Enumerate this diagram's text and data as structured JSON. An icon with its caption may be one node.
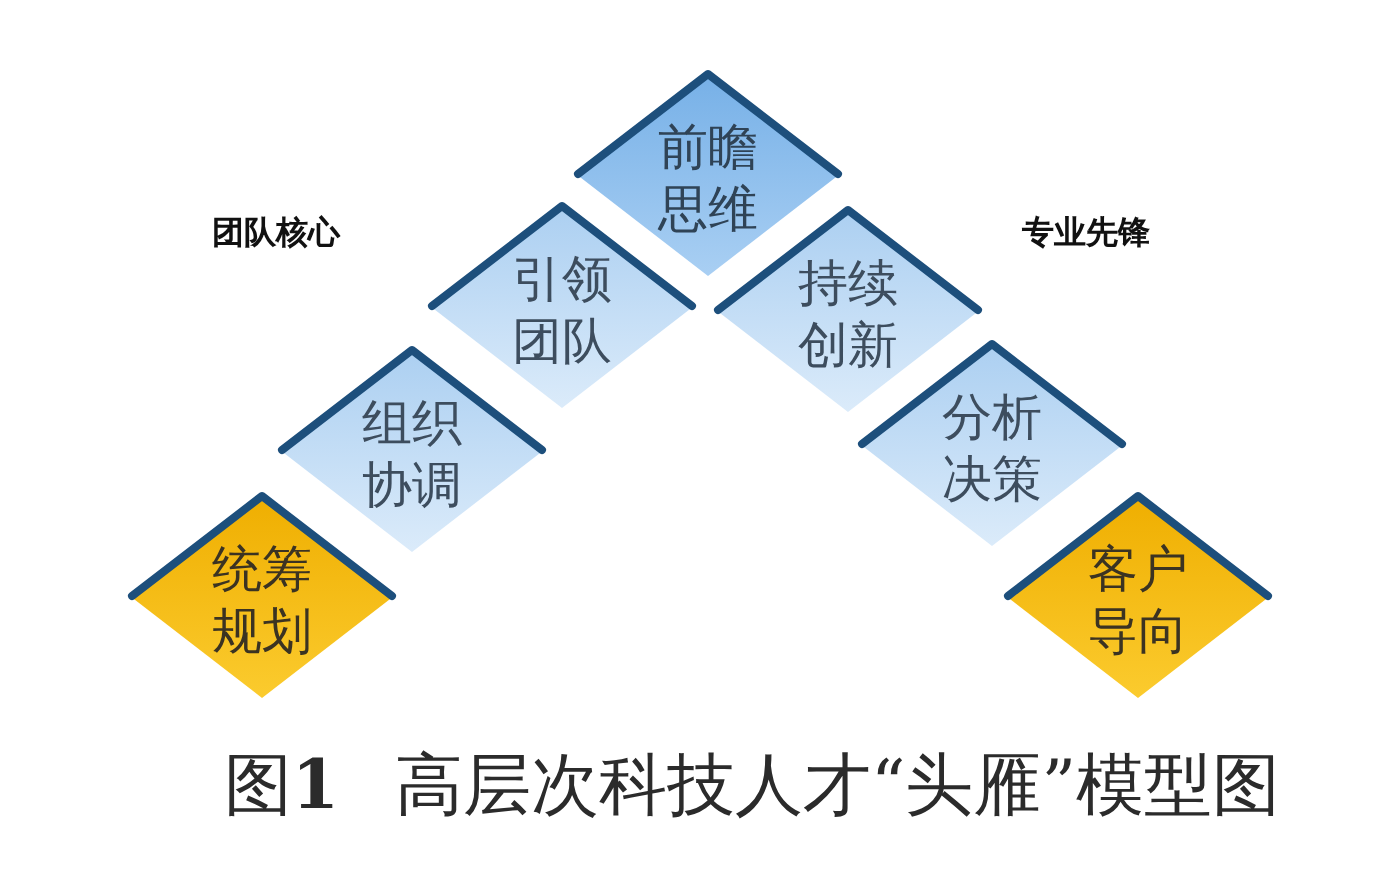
{
  "diagram": {
    "caption": "图**1** 高层次科技人才“头雁”模型图",
    "nodes": [
      {
        "text": [
          "统筹规划"
        ]
      },
      {
        "text": [
          "组织协调"
        ]
      },
      {
        "text": [
          "引领团队"
        ]
      },
      {
        "text": [
          "前瞻思维"
        ]
      },
      {
        "text": [
          "持续创新"
        ]
      },
      {
        "text": [
          "分析决策"
        ]
      },
      {
        "text": [
          "客户导向"
        ]
      }
    ],
    "labels": [
      "团队核心",
      "专业先锋"
    ]
  }
}
